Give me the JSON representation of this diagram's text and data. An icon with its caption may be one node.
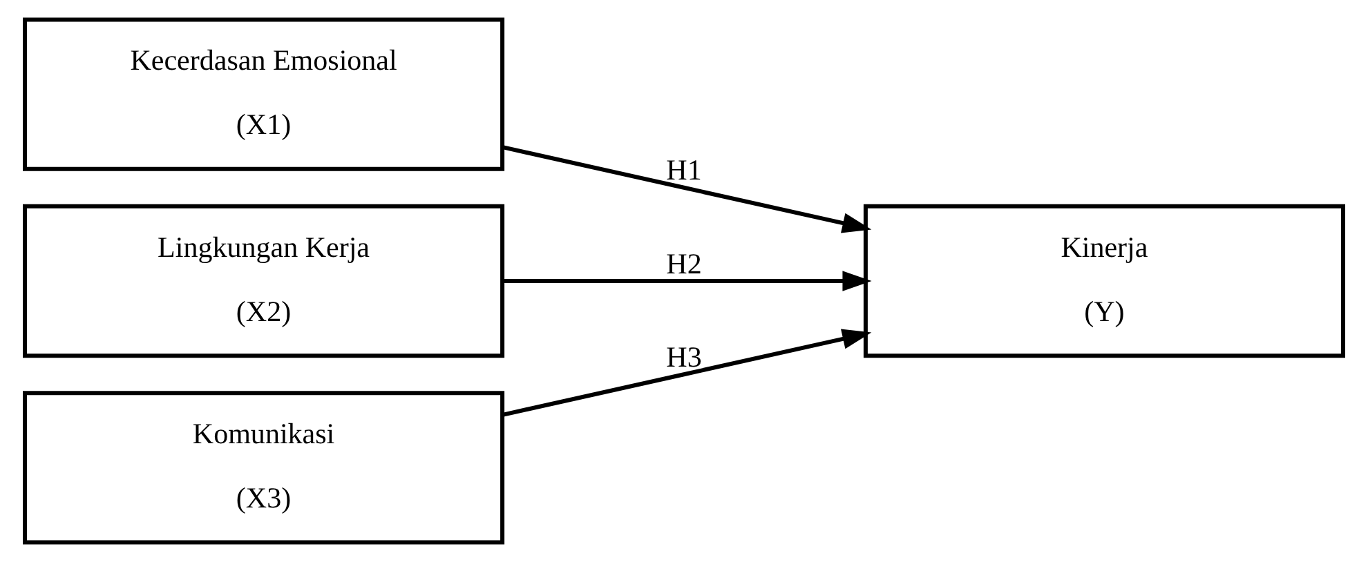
{
  "diagram": {
    "nodes": [
      {
        "text": [
          "Kecerdasan Emosional",
          "(X1)"
        ]
      },
      {
        "text": [
          "Lingkungan Kerja",
          "(X2)"
        ]
      },
      {
        "text": [
          "Komunikasi",
          "(X3)"
        ]
      },
      {
        "text": [
          "Kinerja",
          "(Y)"
        ]
      }
    ],
    "edges": [
      {
        "from": 0,
        "to": 3,
        "arrow": "to",
        "label": "H1"
      },
      {
        "from": 1,
        "to": 3,
        "arrow": "to",
        "label": "H2"
      },
      {
        "from": 2,
        "to": 3,
        "arrow": "to",
        "label": "H3"
      }
    ]
  }
}
